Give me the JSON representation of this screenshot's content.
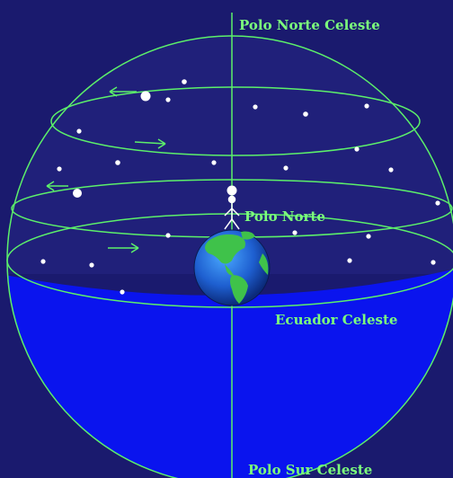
{
  "labels": {
    "north_celestial_pole": "Polo Norte Celeste",
    "north_pole": "Polo Norte",
    "celestial_equator": "Ecuador Celeste",
    "south_celestial_pole": "Polo Sur Celeste"
  },
  "colors": {
    "background": "#1a1a6e",
    "lower_hemisphere": "#0a14ee",
    "upper_hemisphere": "#20207a",
    "lines": "#5cf06a",
    "label_text": "#7cff7c",
    "stars": "#ffffff"
  },
  "icons": {
    "earth": "earth-globe-icon",
    "observer": "stick-figure-observer-icon",
    "rotation_arrows": "rotation-arrow-icon"
  }
}
